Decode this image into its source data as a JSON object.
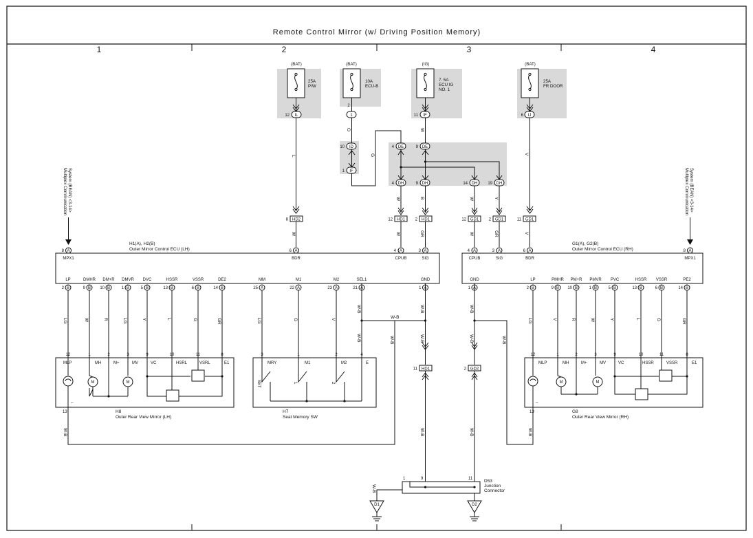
{
  "title": "Remote Control Mirror (w/ Driving Position Memory)",
  "columns": [
    "1",
    "2",
    "3",
    "4"
  ],
  "fuses": [
    {
      "source": "(BAT)",
      "rating": "25A",
      "name": "P/W",
      "pin": "12",
      "conn": "IL"
    },
    {
      "source": "(BAT)",
      "rating": "10A",
      "name": "ECU-B",
      "pin": "2",
      "conn": "1"
    },
    {
      "source": "(IG)",
      "rating": "7. 5A",
      "name": "ECU IG",
      "name2": "NO. 1",
      "pin": "11",
      "conn": "IF"
    },
    {
      "source": "(BAT)",
      "rating": "25A",
      "name": "FR DOOR",
      "pin": "6",
      "conn": "IJ"
    }
  ],
  "junctions": {
    "id": {
      "pin": "10",
      "conn": "ID"
    },
    "if": {
      "pin": "1",
      "conn": "IF"
    },
    "de_a": {
      "pin": "4",
      "conn": "DE"
    },
    "de_b": {
      "pin": "9",
      "conn": "DE"
    },
    "dh": [
      {
        "pin": "4",
        "conn": "DH"
      },
      {
        "pin": "9",
        "conn": "DH"
      },
      {
        "pin": "14",
        "conn": "DH"
      },
      {
        "pin": "19",
        "conn": "DH"
      }
    ]
  },
  "inline_connectors": {
    "hd2": {
      "pin": "8",
      "conn": "HD2"
    },
    "hd1_a": {
      "pin": "12",
      "conn": "HD1"
    },
    "hd1_b": {
      "pin": "2",
      "conn": "HD1"
    },
    "gd1_a": {
      "pin": "12",
      "conn": "GD1"
    },
    "gd1_b": {
      "pin": "2",
      "conn": "GD1"
    },
    "gd1_c": {
      "pin": "11",
      "conn": "GD1"
    },
    "hd1_c": {
      "pin": "11",
      "conn": "HD1"
    },
    "gd2": {
      "pin": "2",
      "conn": "GD2"
    }
  },
  "wires": {
    "L": "L",
    "O": "O",
    "G": "G",
    "W": "W",
    "B": "B",
    "Y": "Y",
    "V": "V",
    "GR": "GR",
    "LG": "LG",
    "R": "R",
    "WB": "W-B"
  },
  "multiplex": {
    "line1": "Multiplex Communication",
    "line2": "System (BEAN) <3-14>"
  },
  "ecu_lh": {
    "ref": "H1(A), H2(B)",
    "name": "Outer Mirror Control ECU (LH)",
    "top_pins": [
      {
        "pin": "8",
        "c": "A",
        "label": "MPX1"
      },
      {
        "pin": "6",
        "c": "A",
        "label": "BDR"
      },
      {
        "pin": "4",
        "c": "A",
        "label": "CPUB"
      },
      {
        "pin": "3",
        "c": "A",
        "label": "SIG"
      }
    ],
    "bottom_pins": [
      {
        "pin": "2",
        "c": "B",
        "label": "LP",
        "wire": "LG"
      },
      {
        "pin": "9",
        "c": "B",
        "label": "DMHR",
        "wire": "W"
      },
      {
        "pin": "10",
        "c": "B",
        "label": "DM+R",
        "wire": "R"
      },
      {
        "pin": "1",
        "c": "B",
        "label": "DMVR",
        "wire": "LG"
      },
      {
        "pin": "5",
        "c": "B",
        "label": "DVC",
        "wire": "Y"
      },
      {
        "pin": "13",
        "c": "B",
        "label": "HSSR",
        "wire": "L"
      },
      {
        "pin": "6",
        "c": "B",
        "label": "VSSR",
        "wire": "G"
      },
      {
        "pin": "14",
        "c": "B",
        "label": "DE2",
        "wire": "GR"
      },
      {
        "pin": "25",
        "c": "A",
        "label": "MM",
        "wire": "LG"
      },
      {
        "pin": "22",
        "c": "A",
        "label": "M1",
        "wire": "G"
      },
      {
        "pin": "23",
        "c": "A",
        "label": "M2",
        "wire": "V"
      },
      {
        "pin": "21",
        "c": "A",
        "label": "SEL1",
        "wire": "W-B"
      },
      {
        "pin": "1",
        "c": "A",
        "label": "GND",
        "wire": "W-B"
      }
    ]
  },
  "ecu_rh": {
    "ref": "G1(A), G2(B)",
    "name": "Outer Mirror Control ECU (RH)",
    "top_pins": [
      {
        "pin": "4",
        "c": "A",
        "label": "CPUB"
      },
      {
        "pin": "3",
        "c": "A",
        "label": "SIG"
      },
      {
        "pin": "6",
        "c": "A",
        "label": "BDR"
      },
      {
        "pin": "8",
        "c": "A",
        "label": "MPX1"
      }
    ],
    "bottom_pins": [
      {
        "pin": "1",
        "c": "A",
        "label": "GND",
        "wire": "W-B"
      },
      {
        "pin": "2",
        "c": "B",
        "label": "LP",
        "wire": "LG"
      },
      {
        "pin": "9",
        "c": "B",
        "label": "PMHR",
        "wire": "V"
      },
      {
        "pin": "10",
        "c": "B",
        "label": "PM+R",
        "wire": "R"
      },
      {
        "pin": "1",
        "c": "B",
        "label": "PMVR",
        "wire": "W"
      },
      {
        "pin": "5",
        "c": "B",
        "label": "PVC",
        "wire": "Y"
      },
      {
        "pin": "13",
        "c": "B",
        "label": "HSSR",
        "wire": "L"
      },
      {
        "pin": "6",
        "c": "B",
        "label": "VSSR",
        "wire": "G"
      },
      {
        "pin": "14",
        "c": "B",
        "label": "PE2",
        "wire": "GR"
      }
    ]
  },
  "mirror_lh": {
    "ref": "H8",
    "name": "Outer Rear View Mirror (LH)",
    "pins": [
      {
        "pin": "12",
        "label": "MLP"
      },
      {
        "pin": "1",
        "label": "MH"
      },
      {
        "pin": "2",
        "label": "M+"
      },
      {
        "pin": "3",
        "label": "MV"
      },
      {
        "pin": "9",
        "label": "VC"
      },
      {
        "pin": "10",
        "label": "HSRL"
      },
      {
        "pin": "11",
        "label": "VSRL"
      },
      {
        "pin": "8",
        "label": "E1"
      }
    ],
    "ground_pin": "13",
    "minus": "–"
  },
  "mirror_rh": {
    "ref": "G8",
    "name": "Outer Rear View Mirror (RH)",
    "pins": [
      {
        "pin": "12",
        "label": "MLP"
      },
      {
        "pin": "1",
        "label": "MH"
      },
      {
        "pin": "2",
        "label": "M+"
      },
      {
        "pin": "3",
        "label": "MV"
      },
      {
        "pin": "9",
        "label": "VC"
      },
      {
        "pin": "10",
        "label": "HSSR"
      },
      {
        "pin": "11",
        "label": "VSSR"
      },
      {
        "pin": "8",
        "label": "E1"
      }
    ],
    "ground_pin": "13",
    "minus": "–"
  },
  "seat_sw": {
    "ref": "H7",
    "name": "Seat Memory SW",
    "pins": [
      {
        "pin": "3",
        "label": "MRY"
      },
      {
        "pin": "1",
        "label": "M1"
      },
      {
        "pin": "2",
        "label": "M2"
      },
      {
        "pin": "4",
        "label": "E"
      }
    ],
    "switches": [
      "SET",
      "1",
      "2"
    ]
  },
  "junction_connector": {
    "ref": "D53",
    "name": "Junction",
    "name2": "Connector",
    "pins": [
      "1",
      "9",
      "11"
    ]
  },
  "grounds": [
    "D1",
    "D2"
  ],
  "motor_label": "M"
}
